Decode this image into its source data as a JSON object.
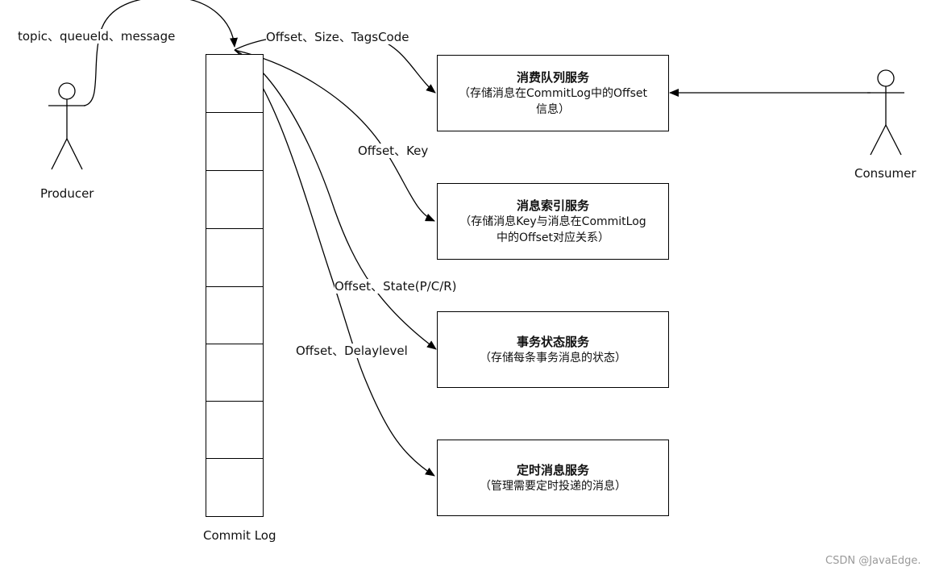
{
  "producer": {
    "label": "Producer",
    "message_label": "topic、queueId、message"
  },
  "consumer": {
    "label": "Consumer"
  },
  "commit_log": {
    "label": "Commit Log",
    "cell_count": 8
  },
  "edges": [
    {
      "label": "Offset、Size、TagsCode"
    },
    {
      "label": "Offset、Key"
    },
    {
      "label": "Offset、State(P/C/R)"
    },
    {
      "label": "Offset、Delaylevel"
    }
  ],
  "services": [
    {
      "title": "消费队列服务",
      "desc_lines": [
        "（存储消息在CommitLog中的Offset",
        "信息）"
      ]
    },
    {
      "title": "消息索引服务",
      "desc_lines": [
        "（存储消息Key与消息在CommitLog",
        "中的Offset对应关系）"
      ]
    },
    {
      "title": "事务状态服务",
      "desc_lines": [
        "（存储每条事务消息的状态）"
      ]
    },
    {
      "title": "定时消息服务",
      "desc_lines": [
        "（管理需要定时投递的消息）"
      ]
    }
  ],
  "watermark": "CSDN @JavaEdge."
}
